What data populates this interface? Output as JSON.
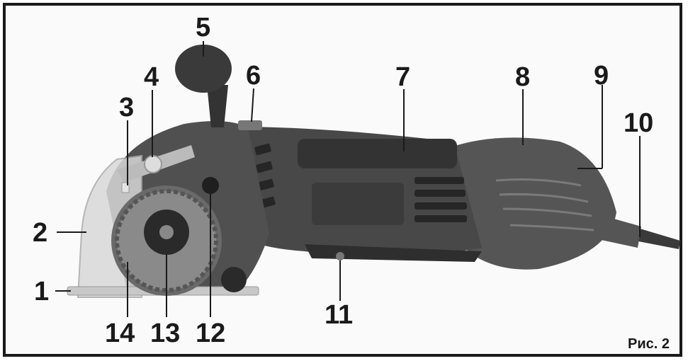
{
  "labels": {
    "l1": "1",
    "l2": "2",
    "l3": "3",
    "l4": "4",
    "l5": "5",
    "l6": "6",
    "l7": "7",
    "l8": "8",
    "l9": "9",
    "l10": "10",
    "l11": "11",
    "l12": "12",
    "l13": "13",
    "l14": "14"
  },
  "caption": "Рис. 2",
  "colors": {
    "body": "#4a4a4a",
    "body_dark": "#2e2e2e",
    "body_light": "#6a6a6a",
    "guard": "#d8d8d8",
    "ink": "#1a1a1a"
  }
}
